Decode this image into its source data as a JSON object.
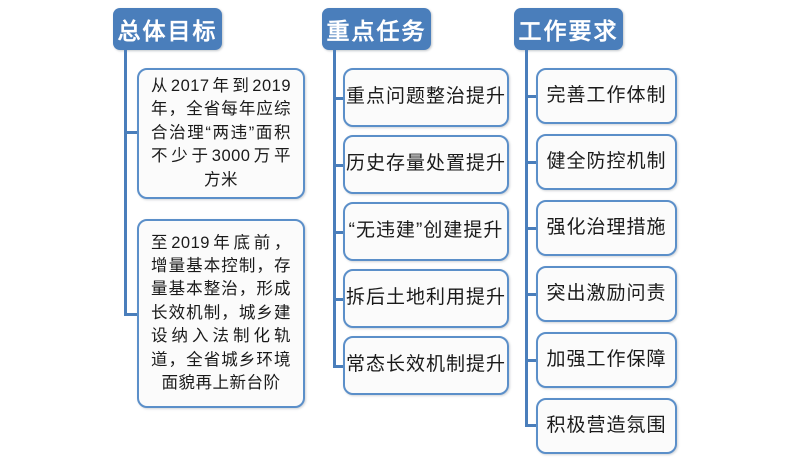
{
  "diagram": {
    "type": "tree-chart",
    "colors": {
      "header_fill": "#4a7ebb",
      "header_text": "#ffffff",
      "node_fill": "#fbfbfb",
      "node_border": "#5b8fc9",
      "connector": "#4a7ebb",
      "background": "#ffffff"
    },
    "columns": [
      {
        "id": "overall-goal",
        "header": "总体目标",
        "nodes": [
          "从2017年到2019年，全省每年应综合治理“两违”面积不少于3000万平方米",
          "至2019年底前，增量基本控制，存量基本整治，形成长效机制，城乡建设纳入法制化轨道，全省城乡环境面貌再上新台阶"
        ]
      },
      {
        "id": "key-tasks",
        "header": "重点任务",
        "nodes": [
          "重点问题整治提升",
          "历史存量处置提升",
          "“无违建”创建提升",
          "拆后土地利用提升",
          "常态长效机制提升"
        ]
      },
      {
        "id": "work-requirements",
        "header": "工作要求",
        "nodes": [
          "完善工作体制",
          "健全防控机制",
          "强化治理措施",
          "突出激励问责",
          "加强工作保障",
          "积极营造氛围"
        ]
      }
    ]
  }
}
